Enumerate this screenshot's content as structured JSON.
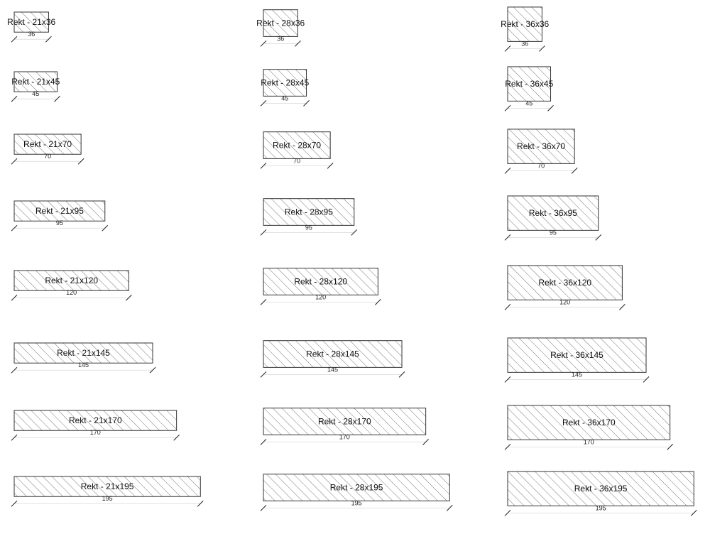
{
  "hatch_color": "#555555",
  "outline_color": "#333333",
  "columns": [
    {
      "thickness": 21,
      "sections": [
        {
          "width": 36,
          "label": "Rekt - 21x36",
          "dim": "36"
        },
        {
          "width": 45,
          "label": "Rekt - 21x45",
          "dim": "45"
        },
        {
          "width": 70,
          "label": "Rekt - 21x70",
          "dim": "70"
        },
        {
          "width": 95,
          "label": "Rekt - 21x95",
          "dim": "95"
        },
        {
          "width": 120,
          "label": "Rekt - 21x120",
          "dim": "120"
        },
        {
          "width": 145,
          "label": "Rekt - 21x145",
          "dim": "145"
        },
        {
          "width": 170,
          "label": "Rekt - 21x170",
          "dim": "170"
        },
        {
          "width": 195,
          "label": "Rekt - 21x195",
          "dim": "195"
        }
      ]
    },
    {
      "thickness": 28,
      "sections": [
        {
          "width": 36,
          "label": "Rekt - 28x36",
          "dim": "36"
        },
        {
          "width": 45,
          "label": "Rekt - 28x45",
          "dim": "45"
        },
        {
          "width": 70,
          "label": "Rekt - 28x70",
          "dim": "70"
        },
        {
          "width": 95,
          "label": "Rekt - 28x95",
          "dim": "95"
        },
        {
          "width": 120,
          "label": "Rekt - 28x120",
          "dim": "120"
        },
        {
          "width": 145,
          "label": "Rekt - 28x145",
          "dim": "145"
        },
        {
          "width": 170,
          "label": "Rekt - 28x170",
          "dim": "170"
        },
        {
          "width": 195,
          "label": "Rekt - 28x195",
          "dim": "195"
        }
      ]
    },
    {
      "thickness": 36,
      "sections": [
        {
          "width": 36,
          "label": "Rekt - 36x36",
          "dim": "36"
        },
        {
          "width": 45,
          "label": "Rekt - 36x45",
          "dim": "45"
        },
        {
          "width": 70,
          "label": "Rekt - 36x70",
          "dim": "70"
        },
        {
          "width": 95,
          "label": "Rekt - 36x95",
          "dim": "95"
        },
        {
          "width": 120,
          "label": "Rekt - 36x120",
          "dim": "120"
        },
        {
          "width": 145,
          "label": "Rekt - 36x145",
          "dim": "145"
        },
        {
          "width": 170,
          "label": "Rekt - 36x170",
          "dim": "170"
        },
        {
          "width": 195,
          "label": "Rekt - 36x195",
          "dim": "195"
        }
      ]
    }
  ]
}
